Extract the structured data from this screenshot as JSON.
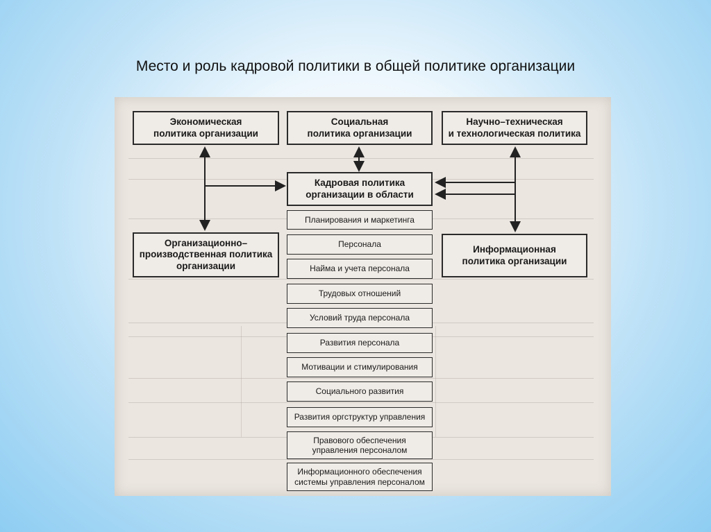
{
  "title": "Место и роль кадровой политики в общей политике организации",
  "diagram": {
    "top_boxes": [
      "Экономическая\nполитика организации",
      "Социальная\nполитика организации",
      "Научно–техническая\nи технологическая политика"
    ],
    "center_box": "Кадровая политика\nорганизации в области",
    "left_box": "Организационно–\nпроизводственная политика\nорганизации",
    "right_box": "Информационная\nполитика организации",
    "areas": [
      "Планирования и маркетинга",
      "Персонала",
      "Найма и учета персонала",
      "Трудовых отношений",
      "Условий труда персонала",
      "Развития персонала",
      "Мотивации и стимулирования",
      "Социального развития",
      "Развития оргструктур управления",
      "Правового обеспечения\nуправления персоналом",
      "Информационного обеспечения\nсистемы управления персоналом"
    ]
  }
}
